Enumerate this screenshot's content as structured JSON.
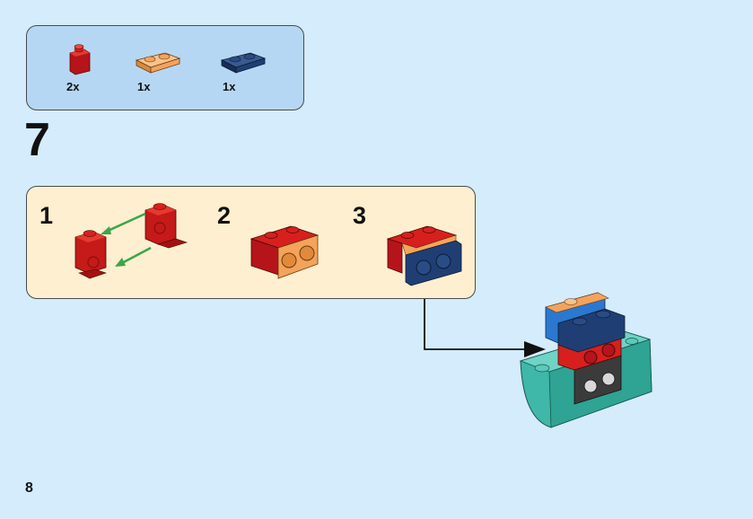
{
  "parts_list": {
    "items": [
      {
        "name": "red-bracket-1x1",
        "qty": "2x",
        "color": "#d7201d"
      },
      {
        "name": "orange-plate-1x2",
        "qty": "1x",
        "color": "#f4a35b"
      },
      {
        "name": "dark-blue-plate-1x2",
        "qty": "1x",
        "color": "#1f3f74"
      }
    ]
  },
  "step": {
    "number": "7"
  },
  "substeps": [
    {
      "number": "1"
    },
    {
      "number": "2"
    },
    {
      "number": "3"
    }
  ],
  "colors": {
    "background": "#d4ecfb",
    "parts_box": "#b6d7f3",
    "substep_box": "#fdefcf",
    "red": "#d7201d",
    "orange": "#f4a35b",
    "dark_blue": "#1f3f74",
    "teal": "#3fb7a9",
    "arrow_green": "#3aa64a"
  },
  "page": {
    "number": "8"
  }
}
